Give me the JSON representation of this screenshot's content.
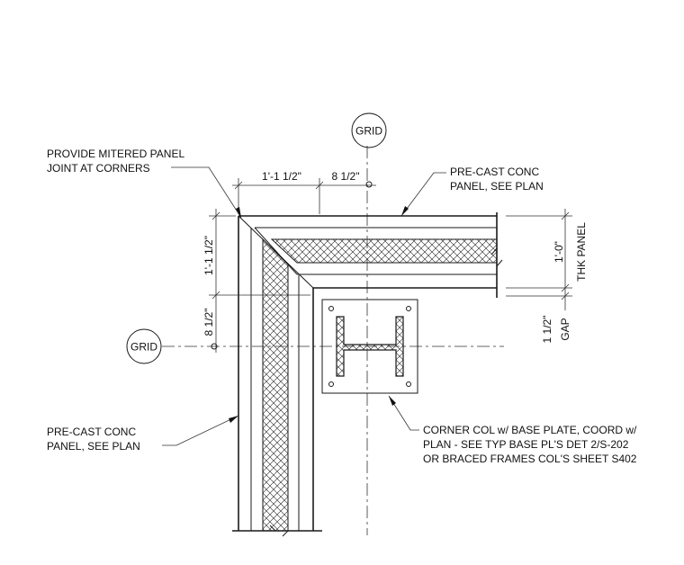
{
  "grid_bubbles": {
    "top": "GRID",
    "left": "GRID"
  },
  "callouts": {
    "mitered_joint": [
      "PROVIDE MITERED PANEL",
      "JOINT AT CORNERS"
    ],
    "panel_top": [
      "PRE-CAST CONC",
      "PANEL, SEE PLAN"
    ],
    "panel_left": [
      "PRE-CAST CONC",
      "PANEL, SEE PLAN"
    ],
    "corner_col": [
      "CORNER COL w/ BASE PLATE, COORD w/",
      "PLAN - SEE TYP BASE PL'S DET 2/S-202",
      "OR BRACED FRAMES COL'S SHEET S402"
    ]
  },
  "dimensions": {
    "top_left": "1'-1 1/2\"",
    "top_right": "8 1/2\"",
    "left_upper": "1'-1 1/2\"",
    "left_lower": "8 1/2\"",
    "right_panel": "1'-0\"",
    "right_panel_note": "THK PANEL",
    "right_gap": "1 1/2\"",
    "right_gap_note": "GAP"
  },
  "colors": {
    "line": "#1a1a1a",
    "background": "#ffffff"
  }
}
